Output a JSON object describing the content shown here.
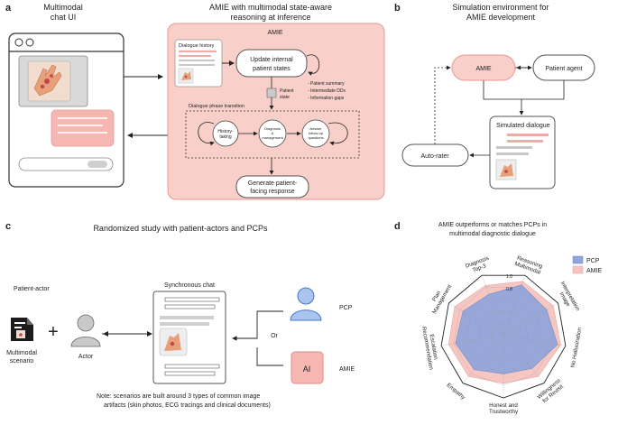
{
  "panels": {
    "a": {
      "label": "a",
      "chat_title_1": "Multimodal",
      "chat_title_2": "chat UI",
      "amie_title_1": "AMIE with multimodal state-aware",
      "amie_title_2": "reasoning at inference",
      "amie_box_title": "AMIE",
      "dialogue_history": "Dialogue history",
      "update_1": "Update internal",
      "update_2": "patient states",
      "patient_state_1": "Patient",
      "patient_state_2": "state",
      "state_items": [
        "- Patient summary",
        "- Intermediate DDs",
        "- Information gaps"
      ],
      "phase_transition": "Dialogue phase transition",
      "phases": [
        {
          "l1": "History-",
          "l2": "taking",
          "l3": ""
        },
        {
          "l1": "Diagnosis",
          "l2": "&",
          "l3": "management"
        },
        {
          "l1": "Answer",
          "l2": "follow-up",
          "l3": "questions"
        }
      ],
      "generate_1": "Generate patient-",
      "generate_2": "facing response"
    },
    "b": {
      "label": "b",
      "title_1": "Simulation environment for",
      "title_2": "AMIE development",
      "amie": "AMIE",
      "patient_agent": "Patient agent",
      "simulated_dialogue": "Simulated dialogue",
      "auto_rater": "Auto-rater"
    },
    "c": {
      "label": "c",
      "title": "Randomized study with patient-actors and PCPs",
      "patient_actor": "Patient-actor",
      "scenario_1": "Multimodal",
      "scenario_2": "scenario",
      "actor": "Actor",
      "synchronous_chat": "Synchronous chat",
      "pcp": "PCP",
      "or": "Or",
      "ai": "AI",
      "amie": "AMIE",
      "note_1": "Note: scenarios are built around 3 types of common image",
      "note_2": "artifacts (skin photos, ECG tracings and clinical documents)"
    },
    "d": {
      "label": "d",
      "title_1": "AMIE outperforms or matches PCPs in",
      "title_2": "multimodal diagnostic dialogue"
    }
  },
  "chart_data": {
    "type": "radar",
    "axes": [
      [
        "Multimodal",
        "Reasoning"
      ],
      [
        "Image",
        "Interpretation"
      ],
      [
        "No Hallucination"
      ],
      [
        "Willingness",
        "for Revisit"
      ],
      [
        "Honest and",
        "Trustworthy"
      ],
      [
        "Empathy"
      ],
      [
        "Escalation",
        "Recommendation"
      ],
      [
        "Management",
        "Plan"
      ],
      [
        "Top-3",
        "Diagnosis"
      ]
    ],
    "r_ticks": [
      "0.8",
      "1.0"
    ],
    "rlim": [
      0,
      1
    ],
    "series": [
      {
        "name": "PCP",
        "values": [
          0.84,
          0.79,
          0.87,
          0.7,
          0.62,
          0.72,
          0.77,
          0.74,
          0.68
        ]
      },
      {
        "name": "AMIE",
        "values": [
          0.9,
          0.91,
          0.92,
          0.86,
          0.77,
          0.86,
          0.88,
          0.89,
          0.83
        ]
      }
    ],
    "colors": {
      "PCP": "#8da4dc",
      "AMIE": "#f6c4c0"
    },
    "legend_position": "top-right"
  }
}
